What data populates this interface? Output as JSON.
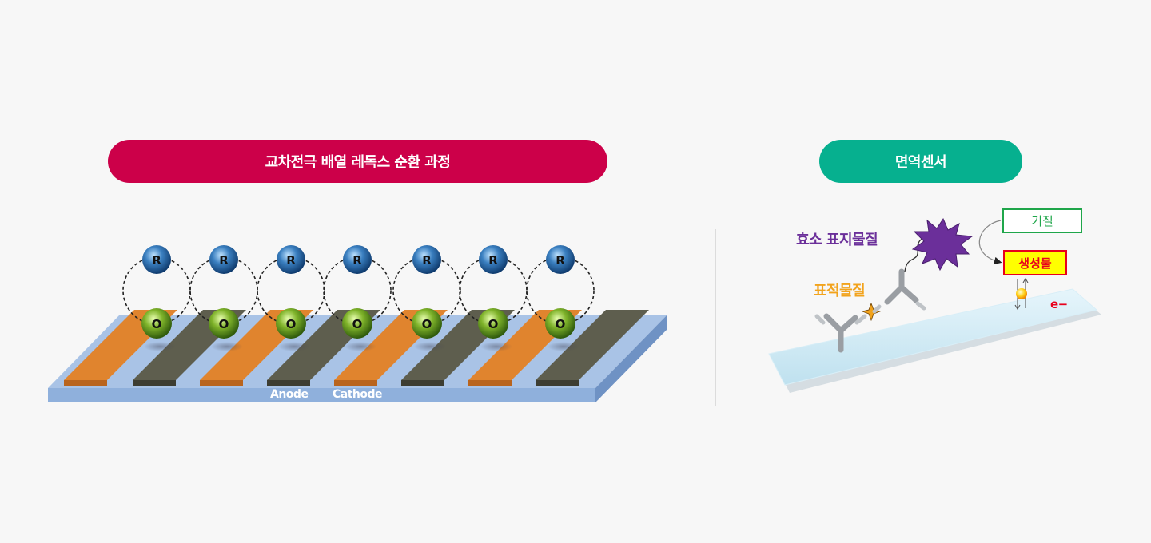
{
  "left_section": {
    "title": "교차전극 배열 레독스 순환 과정",
    "anode_label": "Anode",
    "cathode_label": "Cathode",
    "reduced_symbol": "R",
    "oxidized_symbol": "O",
    "colors": {
      "header": "#cc0049",
      "anode": "#e0842e",
      "cathode": "#5a5a4a",
      "substrate": "#8fb0dc"
    }
  },
  "right_section": {
    "title": "면역센서",
    "enzyme_label": "효소 표지물질",
    "target_label": "표적물질",
    "substrate_label": "기질",
    "product_label": "생성물",
    "electron_label": "e−",
    "colors": {
      "header": "#06b08f",
      "enzyme": "#6b2f9a",
      "target": "#f2a31c",
      "substrate_box": "#1fa64a",
      "product_box": "#e8001c"
    }
  }
}
